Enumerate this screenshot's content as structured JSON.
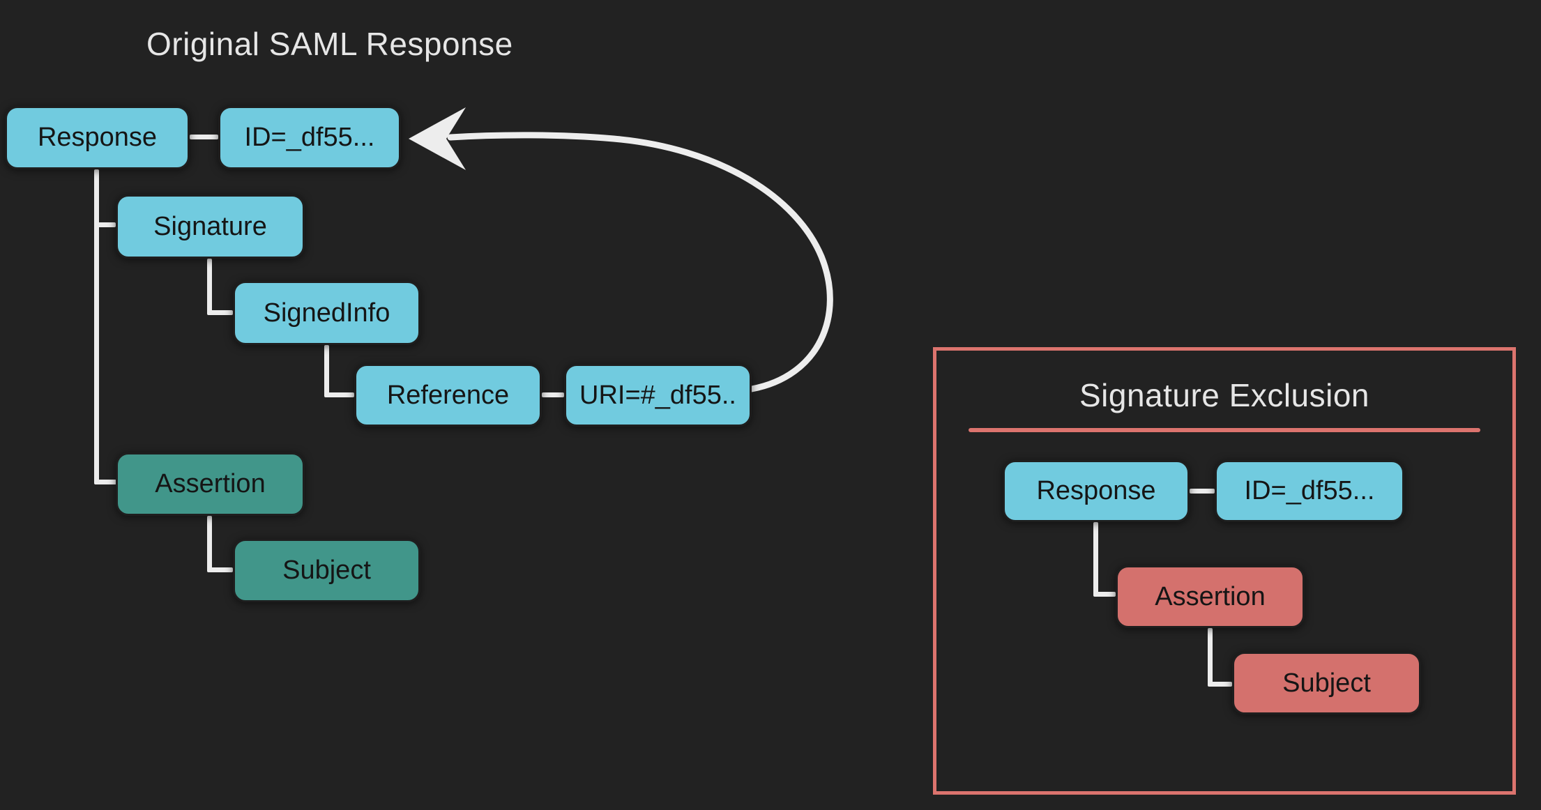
{
  "colors": {
    "background": "#222222",
    "cyan_node": "#71cbdf",
    "green_node": "#41968a",
    "red_node": "#d4716d",
    "panel_border": "#dc746e",
    "connector": "#ededed",
    "node_text": "#151515",
    "title_text": "#e6e6e6"
  },
  "left_diagram": {
    "title": "Original SAML Response",
    "nodes": [
      {
        "label": "Response",
        "type": "cyan"
      },
      {
        "label": "ID=_df55...",
        "type": "cyan"
      },
      {
        "label": "Signature",
        "type": "cyan"
      },
      {
        "label": "SignedInfo",
        "type": "cyan"
      },
      {
        "label": "Reference",
        "type": "cyan"
      },
      {
        "label": "URI=#_df55..",
        "type": "cyan"
      },
      {
        "label": "Assertion",
        "type": "green"
      },
      {
        "label": "Subject",
        "type": "green"
      }
    ],
    "arrow": {
      "from_label": "URI=#_df55..",
      "to_label": "ID=_df55..."
    }
  },
  "right_panel": {
    "title": "Signature Exclusion",
    "nodes": [
      {
        "label": "Response",
        "type": "cyan"
      },
      {
        "label": "ID=_df55...",
        "type": "cyan"
      },
      {
        "label": "Assertion",
        "type": "red"
      },
      {
        "label": "Subject",
        "type": "red"
      }
    ]
  }
}
